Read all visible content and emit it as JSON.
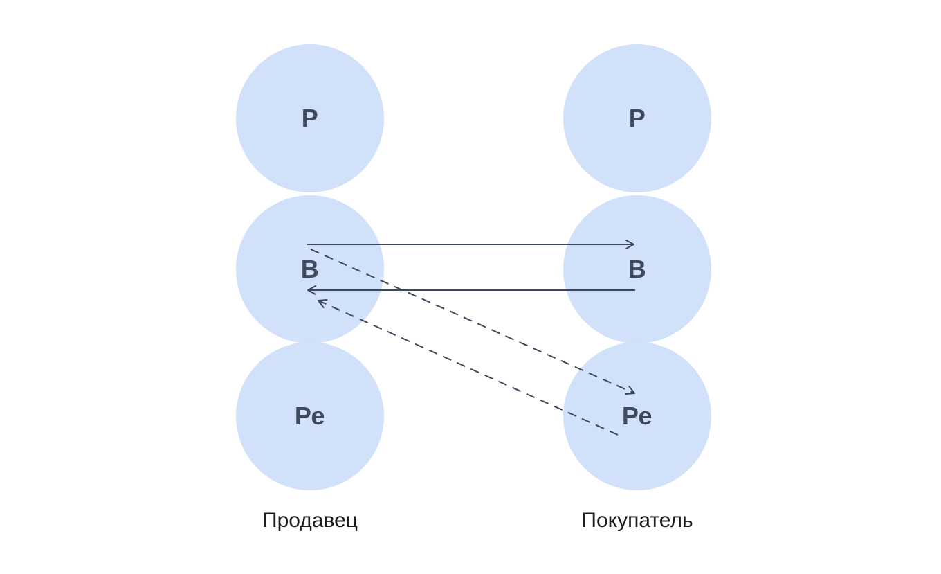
{
  "diagram": {
    "type": "transactional-analysis-transactions",
    "colors": {
      "background": "#ffffff",
      "circle-fill": "#d0e1f9",
      "ego-label-color": "#3e4a5c",
      "line-color": "#3c4759",
      "caption-color": "#1b1b1b"
    },
    "columns": [
      {
        "id": "seller",
        "caption": "Продавец",
        "ego_states": [
          {
            "id": "parent",
            "label": "Р"
          },
          {
            "id": "adult",
            "label": "В"
          },
          {
            "id": "child",
            "label": "Ре"
          }
        ]
      },
      {
        "id": "buyer",
        "caption": "Покупатель",
        "ego_states": [
          {
            "id": "parent",
            "label": "Р"
          },
          {
            "id": "adult",
            "label": "В"
          },
          {
            "id": "child",
            "label": "Ре"
          }
        ]
      }
    ],
    "arrows": [
      {
        "style": "solid",
        "from": "seller-adult",
        "to": "buyer-adult"
      },
      {
        "style": "solid",
        "from": "buyer-adult",
        "to": "seller-adult"
      },
      {
        "style": "dashed",
        "from": "seller-adult",
        "to": "buyer-child"
      },
      {
        "style": "dashed",
        "from": "buyer-child",
        "to": "seller-adult"
      }
    ]
  }
}
